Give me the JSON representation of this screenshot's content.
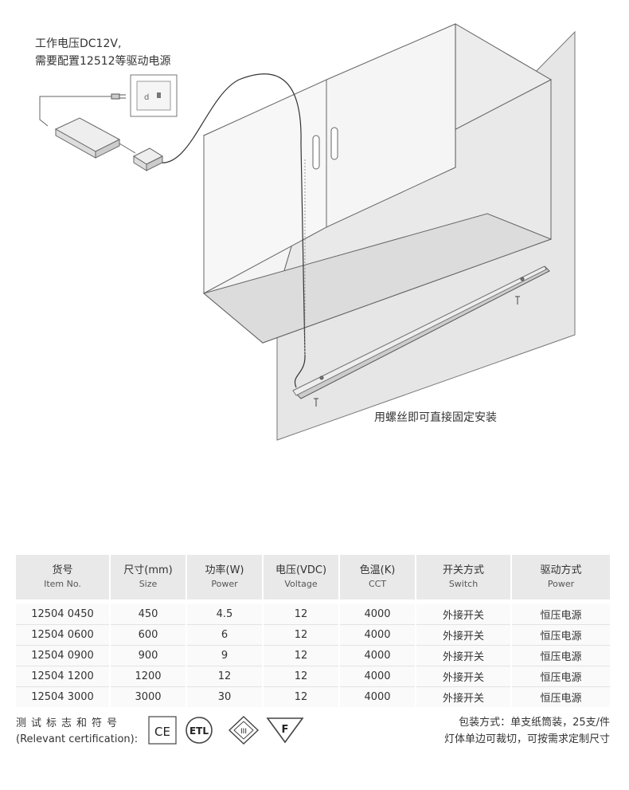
{
  "notes": {
    "power_line1": "工作电压DC12V,",
    "power_line2": "需要配置12512等驱动电源",
    "install": "用螺丝即可直接固定安装"
  },
  "table": {
    "headers": [
      {
        "zh": "货号",
        "en": "Item No."
      },
      {
        "zh": "尺寸(mm)",
        "en": "Size"
      },
      {
        "zh": "功率(W)",
        "en": "Power"
      },
      {
        "zh": "电压(VDC)",
        "en": "Voltage"
      },
      {
        "zh": "色温(K)",
        "en": "CCT"
      },
      {
        "zh": "开关方式",
        "en": "Switch"
      },
      {
        "zh": "驱动方式",
        "en": "Power"
      }
    ],
    "rows": [
      [
        "12504 0450",
        "450",
        "4.5",
        "12",
        "4000",
        "外接开关",
        "恒压电源"
      ],
      [
        "12504 0600",
        "600",
        "6",
        "12",
        "4000",
        "外接开关",
        "恒压电源"
      ],
      [
        "12504 0900",
        "900",
        "9",
        "12",
        "4000",
        "外接开关",
        "恒压电源"
      ],
      [
        "12504 1200",
        "1200",
        "12",
        "12",
        "4000",
        "外接开关",
        "恒压电源"
      ],
      [
        "12504 3000",
        "3000",
        "30",
        "12",
        "4000",
        "外接开关",
        "恒压电源"
      ]
    ]
  },
  "certification": {
    "label_zh": "测试标志和符号",
    "label_en": "(Relevant certification):",
    "icons": [
      "ce-mark-icon",
      "etl-listed-icon",
      "class-iii-icon",
      "f-mark-icon"
    ]
  },
  "packaging": {
    "line1": "包装方式：单支纸筒装，25支/件",
    "line2": "灯体单边可裁切，可按需求定制尺寸"
  }
}
